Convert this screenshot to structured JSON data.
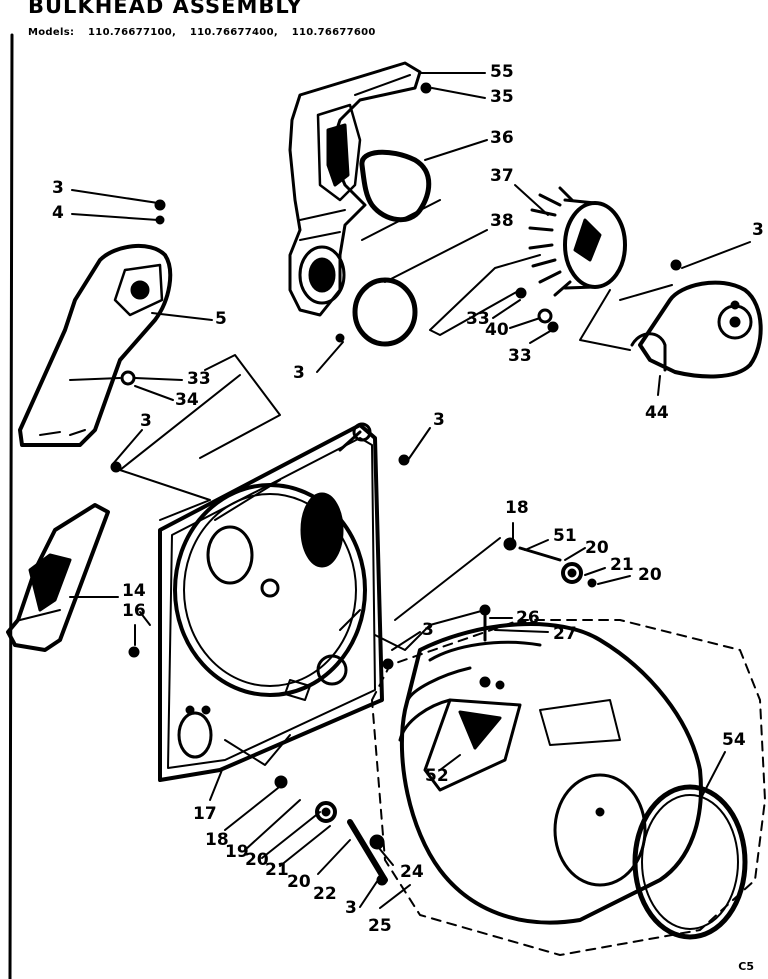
{
  "title": "BULKHEAD ASSEMBLY",
  "models": {
    "label": "Models:",
    "numbers": [
      "110.76677100,",
      "110.76677400,",
      "110.76677600"
    ]
  },
  "parts": {
    "p55": "55",
    "p35": "35",
    "p36": "36",
    "p37": "37",
    "p38": "38",
    "p3_a": "3",
    "p4": "4",
    "p5": "5",
    "p33_a": "33",
    "p34": "34",
    "p3_b": "3",
    "p3_c": "3",
    "p3_d": "3",
    "p33_b": "33",
    "p40": "40",
    "p33_c": "33",
    "p44": "44",
    "p3_e": "3",
    "p18_a": "18",
    "p51": "51",
    "p20_a": "20",
    "p21_a": "21",
    "p20_b": "20",
    "p14": "14",
    "p16": "16",
    "p3_f": "3",
    "p26": "26",
    "p27": "27",
    "p52": "52",
    "p54": "54",
    "p17": "17",
    "p18_b": "18",
    "p19": "19",
    "p20_c": "20",
    "p21_b": "21",
    "p20_d": "20",
    "p22": "22",
    "p24": "24",
    "p3_g": "3",
    "p25": "25"
  },
  "corner_code": "C5"
}
